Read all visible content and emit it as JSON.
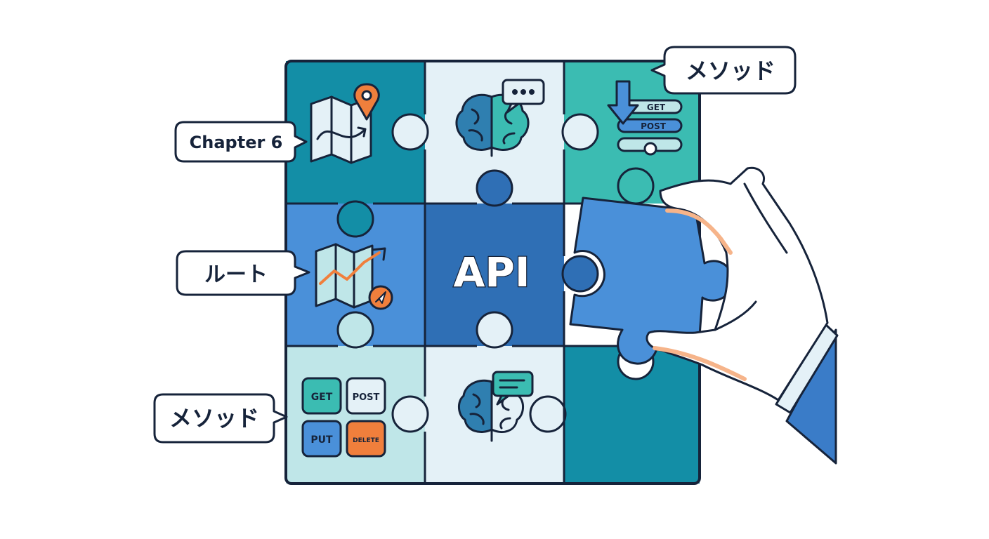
{
  "colors": {
    "outline": "#16233a",
    "teal_dark": "#138ea6",
    "teal_mid": "#3bbcb2",
    "teal_light": "#bfe6e8",
    "pale_blue": "#e4f1f7",
    "blue_mid": "#4a90d9",
    "blue_dark": "#2f6fb5",
    "orange": "#f07f3c",
    "skin": "#ffffff",
    "skin_shadow": "#f6b48a",
    "sleeve": "#3a7cc8"
  },
  "center_piece": {
    "label": "API"
  },
  "callouts": {
    "top_left": "Chapter 6",
    "top_right": "メソッド",
    "middle_left": "ルート",
    "bottom_left": "メソッド"
  },
  "method_list_icon": {
    "items": [
      "GET",
      "POST"
    ]
  },
  "method_buttons": {
    "get": "GET",
    "post": "POST",
    "put": "PUT",
    "delete": "DELETE"
  },
  "icons": [
    "map-pin-icon",
    "brain-chat-icon",
    "method-list-icon",
    "route-map-icon",
    "navigation-arrow-icon",
    "brain-chat-icon-2",
    "hand-icon"
  ]
}
